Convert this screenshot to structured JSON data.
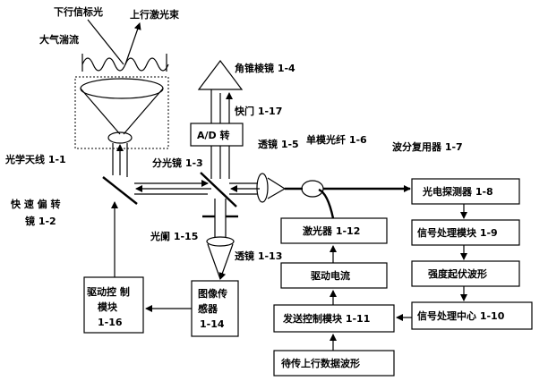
{
  "labels": {
    "downlink_beacon": "下行信标光",
    "uplink_laser": "上行激光束",
    "atmos_turbulence": "大气湍流",
    "optical_antenna": "光学天线 1-1",
    "fast_steering_1": "快 速 偏 转",
    "fast_steering_2": "镜 1-2",
    "beam_splitter": "分光镜 1-3",
    "corner_cube": "角锥棱镜 1-4",
    "lens_1_5": "透镜 1-5",
    "single_mode_fiber": "单模光纤 1-6",
    "wdm": "波分复用器 1-7",
    "shutter": "快门 1-17",
    "ad_converter": "A/D  转",
    "aperture": "光阑 1-15",
    "lens_1_13": "透镜 1-13"
  },
  "boxes": {
    "photodetector": "光电探测器 1-8",
    "signal_proc_module": "信号处理模块 1-9",
    "intensity_wave": "强度起伏波形",
    "signal_center": "信号处理中心 1-10",
    "laser": "激光器 1-12",
    "drive_current": "驱动电流",
    "send_ctrl": "发送控制模块 1-11",
    "uplink_wave": "待传上行数据波形",
    "image_sensor_1": "图像传",
    "image_sensor_2": "感器",
    "image_sensor_3": "1-14",
    "drive_ctrl_1": "驱动控 制",
    "drive_ctrl_2": "模块",
    "drive_ctrl_3": "1-16"
  }
}
